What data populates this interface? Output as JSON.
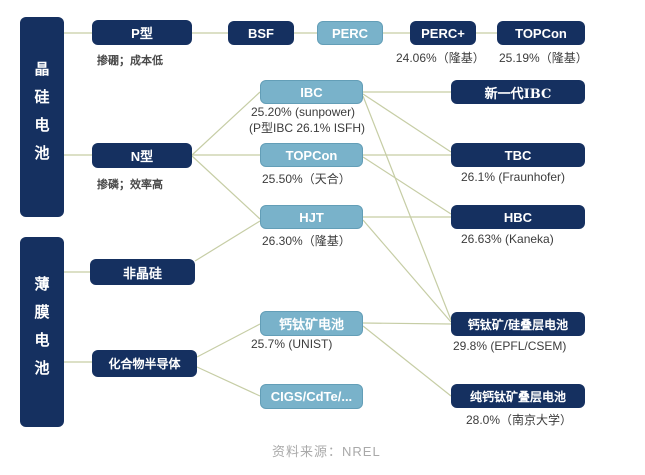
{
  "colors": {
    "dark_box": "#153060",
    "light_box": "#79b2ca",
    "connector": "#c6cda5",
    "note_text": "#3c3c3c",
    "source_text": "#a9a9a9"
  },
  "roots": {
    "crystalline": {
      "label": "晶硅电池"
    },
    "thinfilm": {
      "label": "薄膜电池"
    }
  },
  "nodes": {
    "p_type": {
      "label": "P型",
      "note": "掺硼；成本低"
    },
    "n_type": {
      "label": "N型",
      "note": "掺磷；效率高"
    },
    "bsf": {
      "label": "BSF"
    },
    "perc": {
      "label": "PERC"
    },
    "perc_plus": {
      "label": "PERC+",
      "note": "24.06%（隆基）"
    },
    "topcon_top": {
      "label": "TOPCon",
      "note": "25.19%（隆基）"
    },
    "ibc": {
      "label": "IBC",
      "note1": "25.20% (sunpower)",
      "note2": "(P型IBC 26.1% ISFH)"
    },
    "topcon_mid": {
      "label": "TOPCon",
      "note": "25.50%（天合）"
    },
    "hjt": {
      "label": "HJT",
      "note": "26.30%（隆基）"
    },
    "new_ibc": {
      "label": "新一代IBC"
    },
    "tbc": {
      "label": "TBC",
      "note": "26.1% (Fraunhofer)"
    },
    "hbc": {
      "label": "HBC",
      "note": "26.63% (Kaneka)"
    },
    "amorphous": {
      "label": "非晶硅"
    },
    "compound": {
      "label": "化合物半导体"
    },
    "perovskite": {
      "label": "钙钛矿电池",
      "note": "25.7% (UNIST)"
    },
    "cigs": {
      "label": "CIGS/CdTe/..."
    },
    "tandem_si": {
      "label": "钙钛矿/硅叠层电池",
      "note": "29.8% (EPFL/CSEM)"
    },
    "tandem_pure": {
      "label": "纯钙钛矿叠层电池",
      "note": "28.0%（南京大学）"
    }
  },
  "footer": {
    "source": "资料来源：NREL"
  }
}
